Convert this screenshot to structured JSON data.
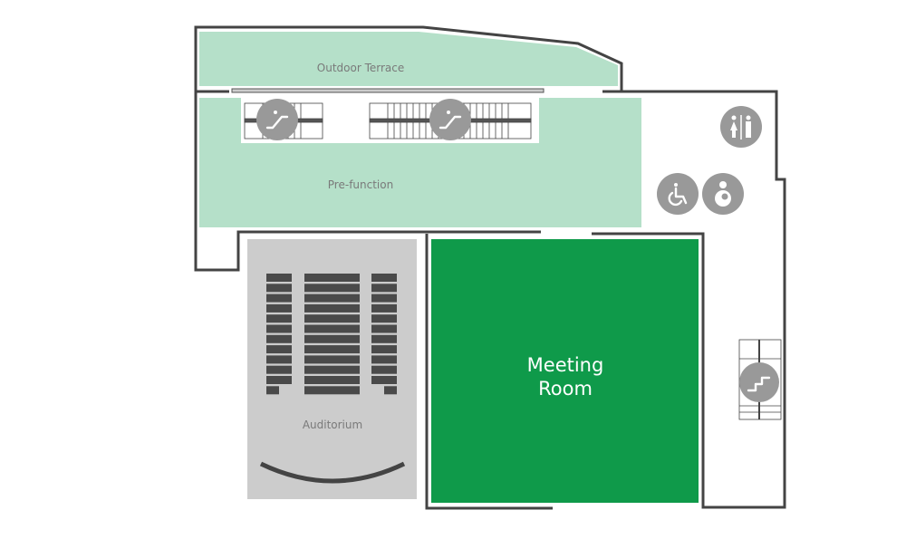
{
  "floor_plan": {
    "rooms": {
      "outdoor_terrace": "Outdoor Terrace",
      "pre_function": "Pre-function",
      "auditorium": "Auditorium",
      "meeting_room_line1": "Meeting",
      "meeting_room_line2": "Room"
    },
    "amenities": [
      "escalator-icon",
      "escalator-icon",
      "restroom-icon",
      "accessible-icon",
      "baby-care-icon",
      "stairs-icon"
    ],
    "auditorium_seat_rows": 12,
    "colors": {
      "terrace": "#b5e0c9",
      "meeting_room": "#0f9a4a",
      "auditorium": "#cccccc",
      "wall": "#444444",
      "icon": "#999999"
    }
  }
}
